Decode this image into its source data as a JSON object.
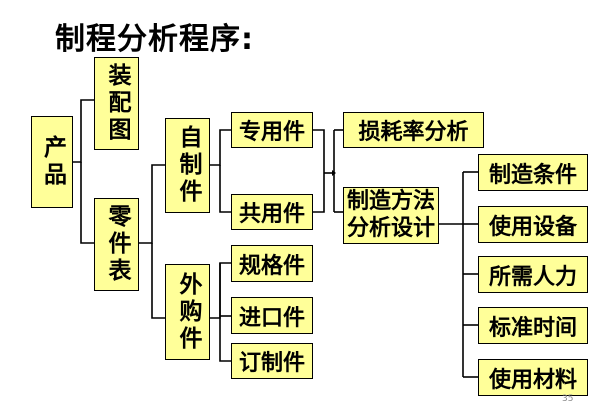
{
  "title": "制程分析程序:",
  "nodes": {
    "product": "产品",
    "assembly_drawing": "装配图",
    "parts_list": "零件表",
    "self_made": "自制件",
    "purchased": "外购件",
    "special_parts": "专用件",
    "common_parts": "共用件",
    "spec_parts": "规格件",
    "imported_parts": "进口件",
    "ordered_parts": "订制件",
    "loss_rate_analysis": "损耗率分析",
    "method_design": "制造方法分析设计",
    "method_design_line1": "制造方法",
    "method_design_line2": "分析设计",
    "conditions": "制造条件",
    "equipment": "使用设备",
    "manpower": "所需人力",
    "standard_time": "标准时间",
    "materials": "使用材料"
  },
  "page_number": "35"
}
